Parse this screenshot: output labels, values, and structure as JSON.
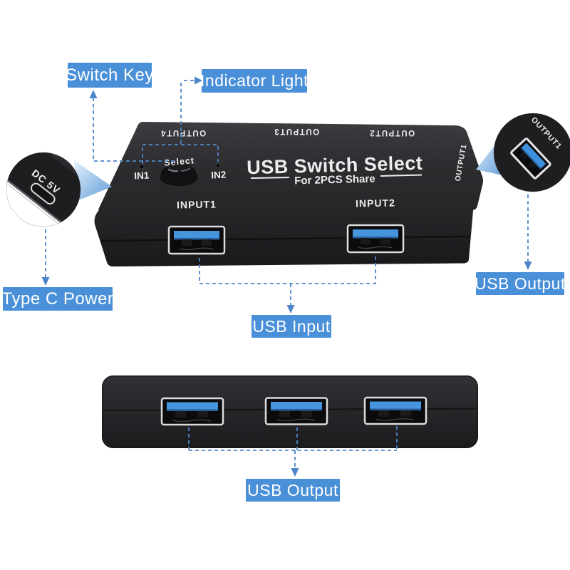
{
  "colors": {
    "label_bg": "#4a90d8",
    "label_text": "#ffffff",
    "connector_blue": "#4e86ca",
    "usb_tongue_blue": "#4694dc",
    "device_body": "#29292c"
  },
  "labels": {
    "switch_key": "Switch Key",
    "indicator_light": "Indicator Light",
    "type_c_power": "Type C Power",
    "usb_input": "USB Input",
    "usb_output_right": "USB Output",
    "usb_output_bottom": "USB Output"
  },
  "device_top": {
    "title": "USB Switch Select",
    "subtitle": "For 2PCS Share",
    "select_label": "Select",
    "in1": "IN1",
    "in2": "IN2",
    "input1": "INPUT1",
    "input2": "INPUT2",
    "output1_side": "OUTPUT1",
    "back_ports": [
      "OUTPUT4",
      "OUTPUT3",
      "OUTPUT2"
    ]
  },
  "insets": {
    "left": {
      "label": "DC 5V"
    },
    "right": {
      "label": "OUTPUT1"
    }
  }
}
